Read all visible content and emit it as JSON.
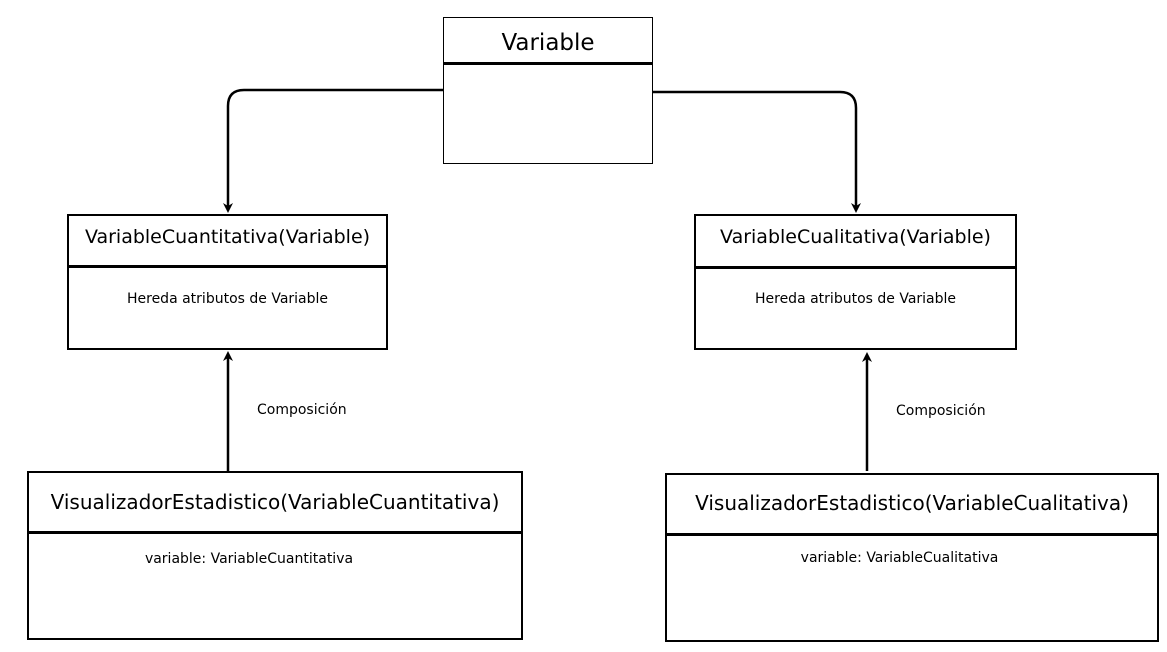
{
  "classes": {
    "variable": {
      "name": "Variable"
    },
    "variable_cuantitativa": {
      "name": "VariableCuantitativa(Variable)",
      "body": "Hereda atributos de Variable"
    },
    "variable_cualitativa": {
      "name": "VariableCualitativa(Variable)",
      "body": "Hereda atributos de Variable"
    },
    "visualizador_cuantitativa": {
      "name": "VisualizadorEstadistico(VariableCuantitativa)",
      "body": "variable: VariableCuantitativa"
    },
    "visualizador_cualitativa": {
      "name": "VisualizadorEstadistico(VariableCualitativa)",
      "body": "variable: VariableCualitativa"
    }
  },
  "relations": {
    "composicion_left": "Composición",
    "composicion_right": "Composición"
  },
  "colors": {
    "stroke": "#000000",
    "background": "#ffffff"
  }
}
